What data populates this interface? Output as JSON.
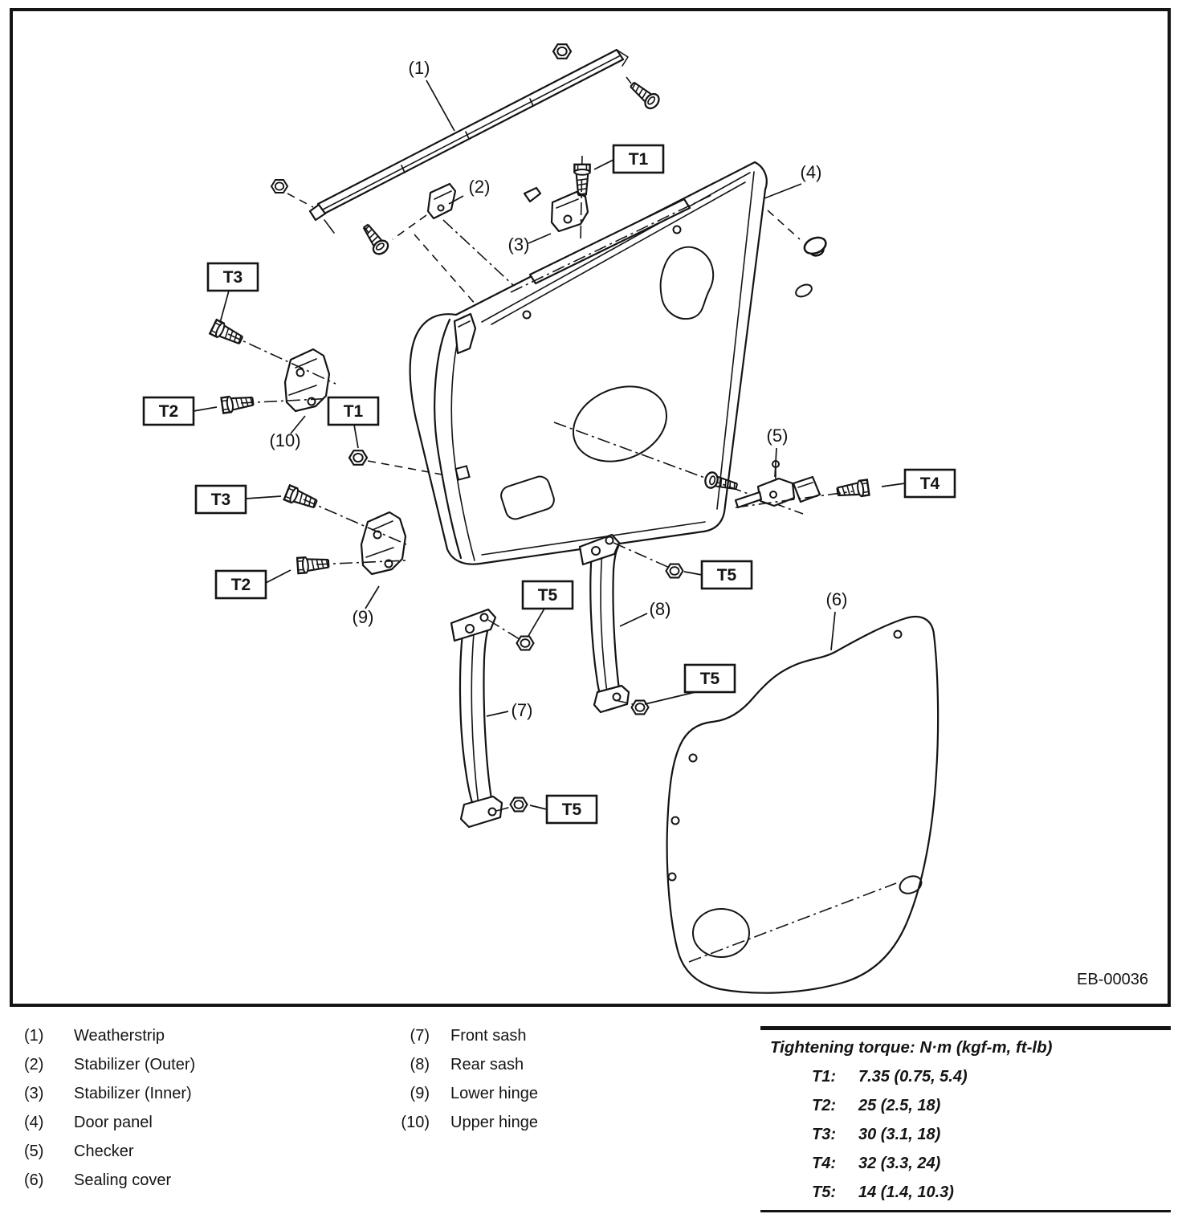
{
  "colors": {
    "ink": "#141414",
    "paper": "#ffffff"
  },
  "figure": {
    "code": "EB-00036"
  },
  "diagram": {
    "callouts": [
      "(1)",
      "(2)",
      "(3)",
      "(4)",
      "(5)",
      "(6)",
      "(7)",
      "(8)",
      "(9)",
      "(10)"
    ],
    "torque_tags": [
      "T1",
      "T2",
      "T3",
      "T4",
      "T5"
    ]
  },
  "legend": {
    "items": [
      {
        "num": "(1)",
        "label": "Weatherstrip"
      },
      {
        "num": "(2)",
        "label": "Stabilizer (Outer)"
      },
      {
        "num": "(3)",
        "label": "Stabilizer (Inner)"
      },
      {
        "num": "(4)",
        "label": "Door panel"
      },
      {
        "num": "(5)",
        "label": "Checker"
      },
      {
        "num": "(6)",
        "label": "Sealing cover"
      },
      {
        "num": "(7)",
        "label": "Front sash"
      },
      {
        "num": "(8)",
        "label": "Rear sash"
      },
      {
        "num": "(9)",
        "label": "Lower hinge"
      },
      {
        "num": "(10)",
        "label": "Upper hinge"
      }
    ]
  },
  "torque_table": {
    "title": "Tightening torque: N·m (kgf-m, ft-lb)",
    "rows": [
      {
        "code": "T1:",
        "value": "7.35 (0.75, 5.4)"
      },
      {
        "code": "T2:",
        "value": "25 (2.5, 18)"
      },
      {
        "code": "T3:",
        "value": "30 (3.1, 18)"
      },
      {
        "code": "T4:",
        "value": "32 (3.3, 24)"
      },
      {
        "code": "T5:",
        "value": "14 (1.4, 10.3)"
      }
    ]
  }
}
